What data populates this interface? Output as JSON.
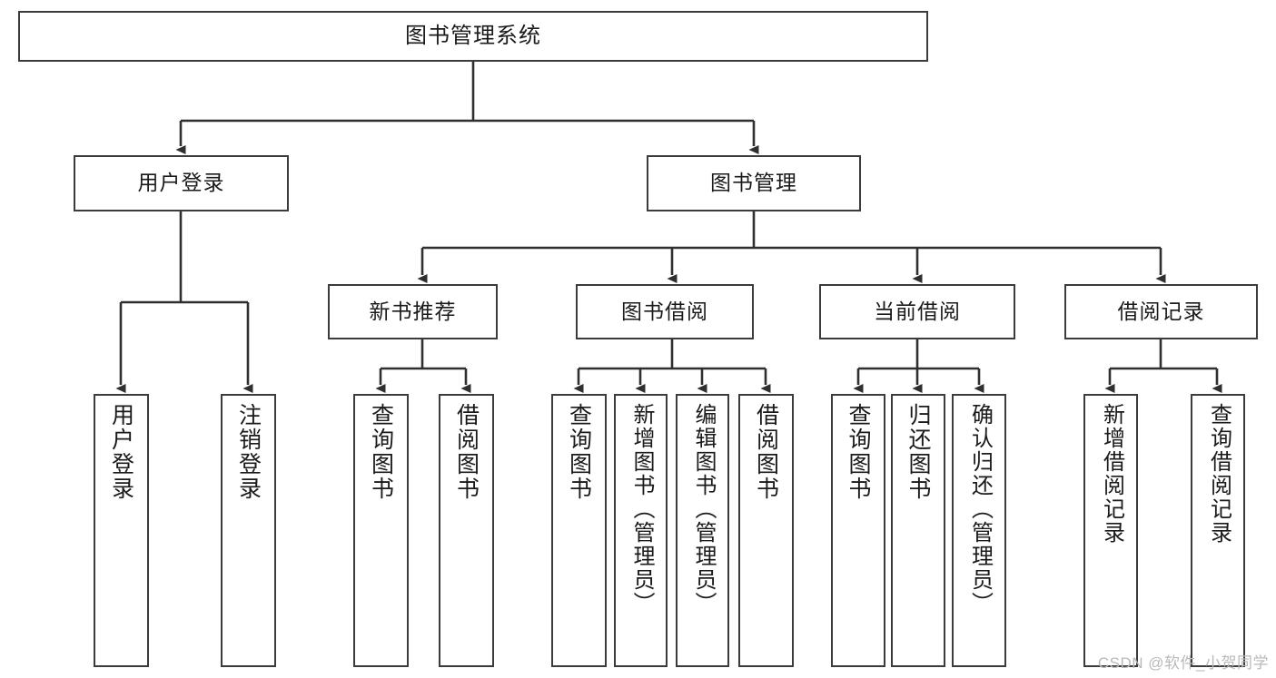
{
  "diagram": {
    "title": "图书管理系统",
    "type": "tree",
    "watermark": "CSDN @软件_小贺同学",
    "colors": {
      "box_border": "#3b3b3b",
      "box_fill": "#ffffff",
      "edge": "#2f2f2f",
      "text": "#1a1a1a",
      "background": "#ffffff",
      "watermark": "#b9b9b9"
    },
    "nodes": {
      "root": {
        "label": "图书管理系统"
      },
      "level1": [
        {
          "id": "user-login",
          "label": "用户登录"
        },
        {
          "id": "book-manage",
          "label": "图书管理"
        }
      ],
      "level2": [
        {
          "id": "new-book-recommend",
          "label": "新书推荐"
        },
        {
          "id": "book-borrow",
          "label": "图书借阅"
        },
        {
          "id": "current-borrow",
          "label": "当前借阅"
        },
        {
          "id": "borrow-record",
          "label": "借阅记录"
        }
      ],
      "leaves": {
        "user-login": [
          {
            "id": "leaf-user-login",
            "label": "用户登录"
          },
          {
            "id": "leaf-logout",
            "label": "注销登录"
          }
        ],
        "new-book-recommend": [
          {
            "id": "leaf-query-book-1",
            "label": "查询图书"
          },
          {
            "id": "leaf-borrow-book-1",
            "label": "借阅图书"
          }
        ],
        "book-borrow": [
          {
            "id": "leaf-query-book-2",
            "label": "查询图书"
          },
          {
            "id": "leaf-add-book",
            "label": "新增图书（管理员）"
          },
          {
            "id": "leaf-edit-book",
            "label": "编辑图书（管理员）"
          },
          {
            "id": "leaf-borrow-book-2",
            "label": "借阅图书"
          }
        ],
        "current-borrow": [
          {
            "id": "leaf-query-book-3",
            "label": "查询图书"
          },
          {
            "id": "leaf-return-book",
            "label": "归还图书"
          },
          {
            "id": "leaf-confirm-return",
            "label": "确认归还（管理员）"
          }
        ],
        "borrow-record": [
          {
            "id": "leaf-add-record",
            "label": "新增借阅记录"
          },
          {
            "id": "leaf-query-record",
            "label": "查询借阅记录"
          }
        ]
      }
    }
  }
}
